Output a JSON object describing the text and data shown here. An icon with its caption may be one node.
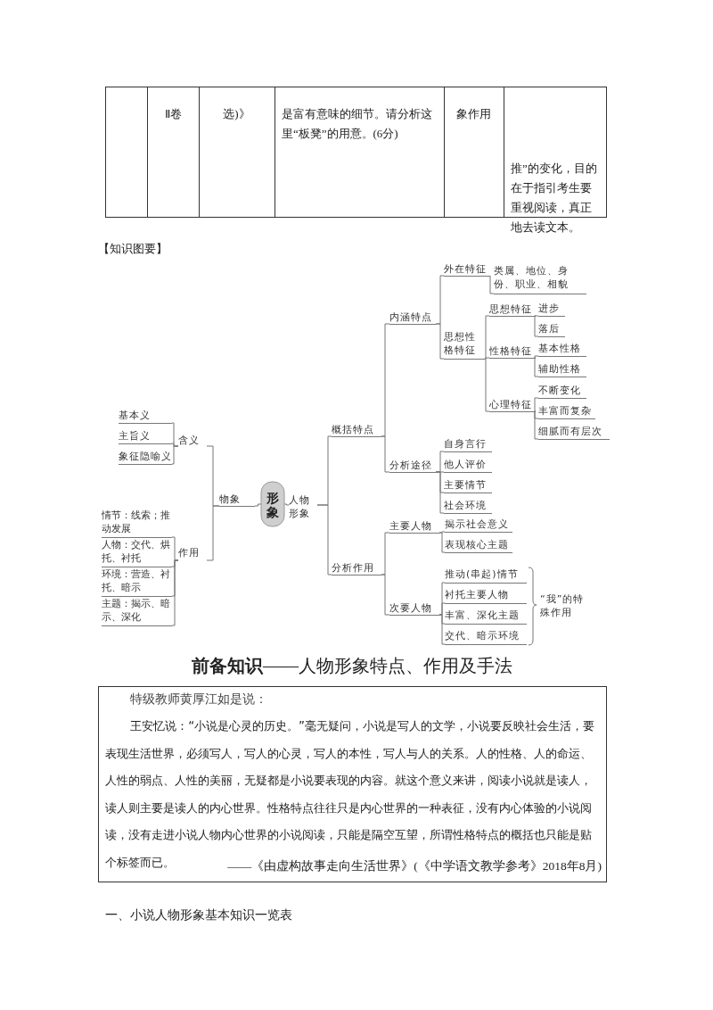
{
  "diagram": {
    "title": "【知识图要】",
    "nodes": [
      {
        "text": [
          "形象"
        ]
      },
      {
        "text": [
          "物象"
        ]
      },
      {
        "text": [
          "含义"
        ]
      },
      {
        "text": [
          "基本义"
        ]
      },
      {
        "text": [
          "主旨义"
        ]
      },
      {
        "text": [
          "象征隐喻义"
        ]
      },
      {
        "text": [
          "作用"
        ]
      },
      {
        "text": [
          "情节：线索；推动发展"
        ]
      },
      {
        "text": [
          "人物：交代、烘托、衬托"
        ]
      },
      {
        "text": [
          "环境：营造、衬托、暗示"
        ]
      },
      {
        "text": [
          "主题：揭示、暗示、深化"
        ]
      },
      {
        "text": [
          "人物形象"
        ]
      },
      {
        "text": [
          "概括特点"
        ]
      },
      {
        "text": [
          "内涵特点"
        ]
      },
      {
        "text": [
          "外在特征"
        ]
      },
      {
        "text": [
          "类属、地位、身份、职业、相貌"
        ]
      },
      {
        "text": [
          "思想性格特征"
        ]
      },
      {
        "text": [
          "思想特征"
        ]
      },
      {
        "text": [
          "进步"
        ]
      },
      {
        "text": [
          "落后"
        ]
      },
      {
        "text": [
          "性格特征"
        ]
      },
      {
        "text": [
          "基本性格"
        ]
      },
      {
        "text": [
          "辅助性格"
        ]
      },
      {
        "text": [
          "心理特征"
        ]
      },
      {
        "text": [
          "不断变化"
        ]
      },
      {
        "text": [
          "丰富而复杂"
        ]
      },
      {
        "text": [
          "细腻而有层次"
        ]
      },
      {
        "text": [
          "分析途径"
        ]
      },
      {
        "text": [
          "自身言行"
        ]
      },
      {
        "text": [
          "他人评价"
        ]
      },
      {
        "text": [
          "主要情节"
        ]
      },
      {
        "text": [
          "社会环境"
        ]
      },
      {
        "text": [
          "分析作用"
        ]
      },
      {
        "text": [
          "主要人物"
        ]
      },
      {
        "text": [
          "揭示社会意义"
        ]
      },
      {
        "text": [
          "表现核心主题"
        ]
      },
      {
        "text": [
          "次要人物"
        ]
      },
      {
        "text": [
          "推动(串起)情节"
        ]
      },
      {
        "text": [
          "衬托主要人物"
        ]
      },
      {
        "text": [
          "丰富、深化主题"
        ]
      },
      {
        "text": [
          "交代、暗示环境"
        ]
      }
    ],
    "edges": [
      {
        "from": 0,
        "to": 1,
        "arrow": "none"
      },
      {
        "from": 1,
        "to": 2,
        "arrow": "none"
      },
      {
        "from": 2,
        "to": 3,
        "arrow": "none"
      },
      {
        "from": 2,
        "to": 4,
        "arrow": "none"
      },
      {
        "from": 2,
        "to": 5,
        "arrow": "none"
      },
      {
        "from": 1,
        "to": 6,
        "arrow": "none"
      },
      {
        "from": 6,
        "to": 7,
        "arrow": "none"
      },
      {
        "from": 6,
        "to": 8,
        "arrow": "none"
      },
      {
        "from": 6,
        "to": 9,
        "arrow": "none"
      },
      {
        "from": 6,
        "to": 10,
        "arrow": "none"
      },
      {
        "from": 0,
        "to": 11,
        "arrow": "none"
      },
      {
        "from": 11,
        "to": 12,
        "arrow": "none"
      },
      {
        "from": 12,
        "to": 13,
        "arrow": "none"
      },
      {
        "from": 13,
        "to": 14,
        "arrow": "none"
      },
      {
        "from": 14,
        "to": 15,
        "arrow": "none"
      },
      {
        "from": 13,
        "to": 16,
        "arrow": "none"
      },
      {
        "from": 16,
        "to": 17,
        "arrow": "none"
      },
      {
        "from": 17,
        "to": 18,
        "arrow": "none"
      },
      {
        "from": 17,
        "to": 19,
        "arrow": "none"
      },
      {
        "from": 16,
        "to": 20,
        "arrow": "none"
      },
      {
        "from": 20,
        "to": 21,
        "arrow": "none"
      },
      {
        "from": 20,
        "to": 22,
        "arrow": "none"
      },
      {
        "from": 16,
        "to": 23,
        "arrow": "none"
      },
      {
        "from": 23,
        "to": 24,
        "arrow": "none"
      },
      {
        "from": 23,
        "to": 25,
        "arrow": "none"
      },
      {
        "from": 23,
        "to": 26,
        "arrow": "none"
      },
      {
        "from": 12,
        "to": 27,
        "arrow": "none"
      },
      {
        "from": 27,
        "to": 28,
        "arrow": "none"
      },
      {
        "from": 27,
        "to": 29,
        "arrow": "none"
      },
      {
        "from": 27,
        "to": 30,
        "arrow": "none"
      },
      {
        "from": 27,
        "to": 31,
        "arrow": "none"
      },
      {
        "from": 11,
        "to": 32,
        "arrow": "none"
      },
      {
        "from": 32,
        "to": 33,
        "arrow": "none"
      },
      {
        "from": 33,
        "to": 34,
        "arrow": "none"
      },
      {
        "from": 33,
        "to": 35,
        "arrow": "none"
      },
      {
        "from": 32,
        "to": 36,
        "arrow": "none"
      },
      {
        "from": 36,
        "to": 37,
        "arrow": "none"
      },
      {
        "from": 36,
        "to": 38,
        "arrow": "none"
      },
      {
        "from": 36,
        "to": 39,
        "arrow": "none"
      },
      {
        "from": 36,
        "to": 40,
        "arrow": "none"
      }
    ],
    "labels": [
      "Ⅱ卷",
      "选)》",
      "是富有意味的细节。请分析这里“板凳”的用意。(6分)",
      "象作用",
      "推”的变化，目的在于指引考生要重视阅读，真正地去读文本。",
      "“我”的特殊作用",
      "**前备知识**——人物形象特点、作用及手法",
      "特级教师黄厚江如是说：",
      "王安忆说：“小说是心灵的历史。”毫无疑问，小说是写人的文学，小说要反映社会生活，要表现生活世界，必须写人，写人的心灵，写人的本性，写人与人的关系。人的性格、人的命运、人性的弱点、人性的美丽，无疑都是小说要表现的内容。就这个意义来讲，阅读小说就是读人，读人则主要是读人的内心世界。性格特点往往只是内心世界的一种表征，没有内心体验的小说阅读，没有走进小说人物内心世界的小说阅读，只能是隔空互望，所谓性格特点的概括也只能是贴个标签而已。",
      "——《由虚构故事走向生活世界》(《中学语文教学参考》2018年8月)",
      "一、小说人物形象基本知识一览表"
    ]
  }
}
